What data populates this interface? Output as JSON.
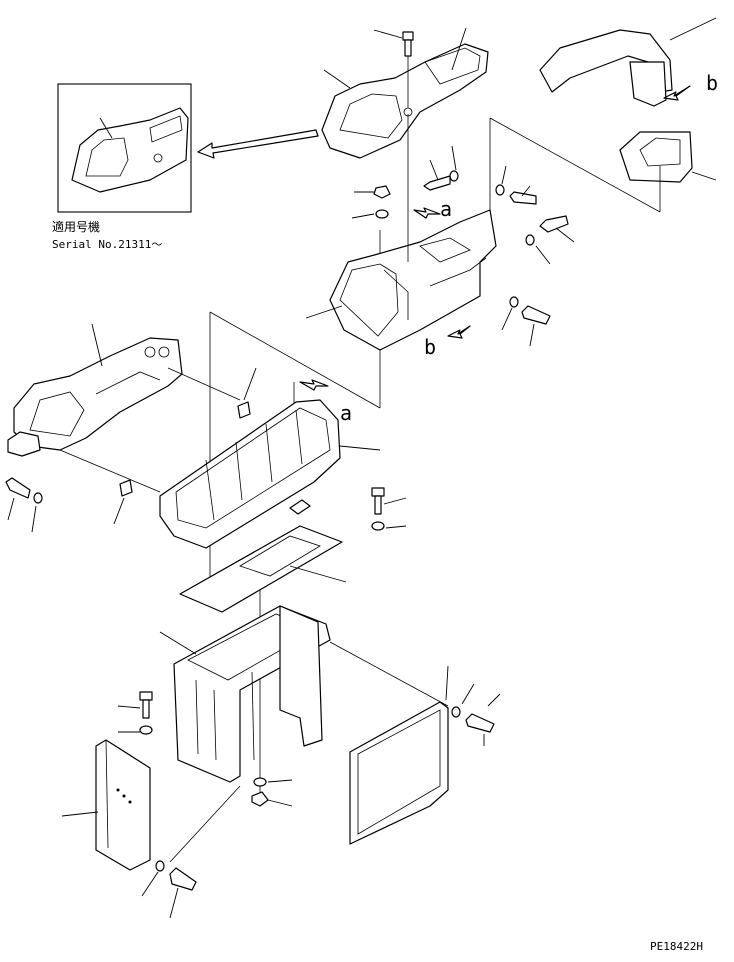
{
  "inset": {
    "applicable_label": "適用号機",
    "serial_label": "Serial No.21311～"
  },
  "view_labels": {
    "a_upper": "a",
    "b_upper": "b",
    "a_lower": "a",
    "b_lower": "b"
  },
  "drawing_code": "PE18422H",
  "colors": {
    "line": "#000000",
    "background": "#ffffff"
  }
}
